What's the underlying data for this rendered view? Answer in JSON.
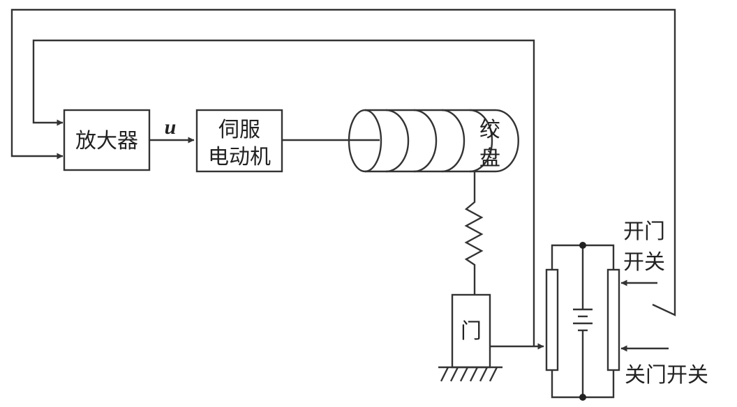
{
  "diagram": {
    "amplifier": {
      "label": "放大器"
    },
    "signal": {
      "label": "u"
    },
    "servo_motor": {
      "line1": "伺服",
      "line2": "电动机"
    },
    "winch": {
      "line1": "绞",
      "line2": "盘"
    },
    "door": {
      "label": "门"
    },
    "open_switch": {
      "line1": "开门",
      "line2": "开关"
    },
    "close_switch": {
      "label": "关门开关"
    }
  }
}
